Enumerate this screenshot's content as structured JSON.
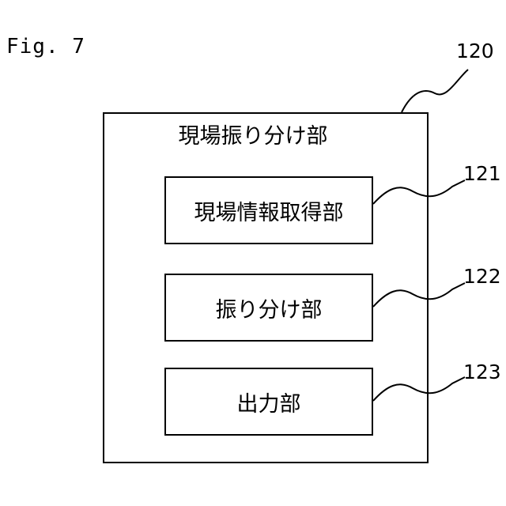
{
  "figure_label": "Fig. 7",
  "main_block": {
    "ref": "120",
    "title": "現場振り分け部"
  },
  "sub_blocks": [
    {
      "ref": "121",
      "label": "現場情報取得部"
    },
    {
      "ref": "122",
      "label": "振り分け部"
    },
    {
      "ref": "123",
      "label": "出力部"
    }
  ]
}
